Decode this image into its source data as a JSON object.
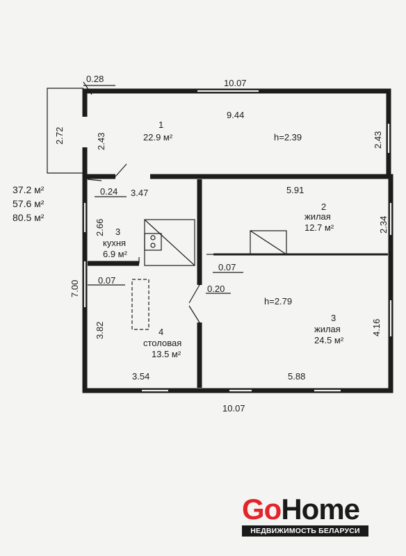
{
  "dimensions": {
    "top_overall": "10.07",
    "top_inner": "9.44",
    "porch_width": "0.28",
    "porch_height": "2.72",
    "room1_height": "2.43",
    "room1_height_right": "2.43",
    "wall_024": "0.24",
    "hall_347": "3.47",
    "room2_width": "5.91",
    "room2_height": "2.34",
    "kitchen_height": "2.66",
    "left_overall": "7.00",
    "wall_007_left": "0.07",
    "wall_007_mid": "0.07",
    "wall_020": "0.20",
    "dining_height": "3.82",
    "room3_height": "4.16",
    "dining_width": "3.54",
    "room3_width": "5.88",
    "bottom_overall": "10.07"
  },
  "rooms": {
    "r1": {
      "number": "1",
      "area": "22.9 м²",
      "ceiling": "h=2.39"
    },
    "r2": {
      "number": "2",
      "name": "жилая",
      "area": "12.7 м²"
    },
    "r3_kitchen": {
      "number": "3",
      "name": "кухня",
      "area": "6.9 м²"
    },
    "r3_living": {
      "number": "3",
      "name": "жилая",
      "area": "24.5 м²",
      "ceiling": "h=2.79"
    },
    "r4": {
      "number": "4",
      "name": "столовая",
      "area": "13.5 м²"
    }
  },
  "summary": {
    "living_area": "37.2 м²",
    "useful_area": "57.6 м²",
    "total_area": "80.5 м²"
  },
  "brand": {
    "go": "Go",
    "home": "Home",
    "tagline": "НЕДВИЖИМОСТЬ БЕЛАРУСИ",
    "go_color": "#e2242b",
    "home_color": "#1a1a1a"
  }
}
